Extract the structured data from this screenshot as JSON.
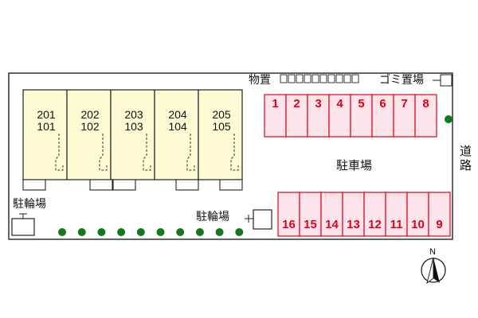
{
  "units": [
    {
      "upper": "201",
      "lower": "101"
    },
    {
      "upper": "202",
      "lower": "102"
    },
    {
      "upper": "203",
      "lower": "103"
    },
    {
      "upper": "204",
      "lower": "104"
    },
    {
      "upper": "205",
      "lower": "105"
    }
  ],
  "labels": {
    "storage": "物置",
    "garbage": "ゴミ置場",
    "parking": "駐車場",
    "bicycle_left": "駐輪場",
    "bicycle_center": "駐輪場",
    "road_chars": [
      "道",
      "路"
    ],
    "north": "N"
  },
  "parking_top": [
    "1",
    "2",
    "3",
    "4",
    "5",
    "6",
    "7",
    "8"
  ],
  "parking_bottom": [
    "16",
    "15",
    "14",
    "13",
    "12",
    "11",
    "10",
    "9"
  ],
  "colors": {
    "building_fill": "#fdfbd3",
    "parking_fill": "#fde3ea",
    "parking_border": "#e1001a",
    "tree": "#0e7a18"
  }
}
